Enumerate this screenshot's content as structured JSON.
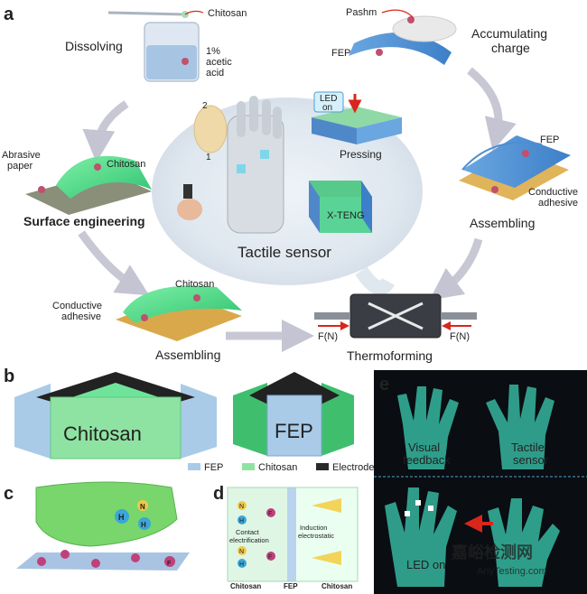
{
  "panel_a": {
    "letter": "a",
    "dissolving": {
      "title": "Dissolving",
      "chitosan": "Chitosan",
      "acid_line1": "1%",
      "acid_line2": "acetic",
      "acid_line3": "acid"
    },
    "accumulating": {
      "title_line1": "Accumulating",
      "title_line2": "charge",
      "pashm": "Pashm",
      "fep": "FEP"
    },
    "surface": {
      "title": "Surface engineering",
      "abrasive_line1": "Abrasive",
      "abrasive_line2": "paper",
      "chitosan": "Chitosan"
    },
    "assembling_right": {
      "title": "Assembling",
      "fep": "FEP",
      "conductive_line1": "Conductive",
      "conductive_line2": "adhesive"
    },
    "assembling_left": {
      "title": "Assembling",
      "chitosan": "Chitosan",
      "conductive_line1": "Conductive",
      "conductive_line2": "adhesive"
    },
    "center": {
      "title": "Tactile sensor",
      "led_line1": "LED",
      "led_line2": "on",
      "pressing": "Pressing",
      "xteng": "X-TENG",
      "num1": "1",
      "num2": "2"
    },
    "thermoforming": {
      "title": "Thermoforming",
      "force_left": "F(N)",
      "force_right": "F(N)"
    }
  },
  "panel_b": {
    "letter": "b",
    "block1": "Chitosan",
    "block2": "FEP",
    "legend": [
      {
        "label": "FEP",
        "color": "#a9cbe8"
      },
      {
        "label": "Chitosan",
        "color": "#8fe3a2"
      },
      {
        "label": "Electrode",
        "color": "#2a2a2a"
      }
    ]
  },
  "panel_c": {
    "letter": "c",
    "atom_n": "N",
    "atom_h": "H",
    "atom_h2": "H",
    "atom_f": "F"
  },
  "panel_d": {
    "letter": "d",
    "contact_line1": "Contact",
    "contact_line2": "electrification",
    "induction_line1": "Induction",
    "induction_line2": "electrostatic",
    "bottom_left": "Chitosan",
    "bottom_mid": "FEP",
    "bottom_right": "Chitosan",
    "atoms": [
      "N",
      "H",
      "F",
      "N",
      "H",
      "F"
    ]
  },
  "panel_e": {
    "letter": "e",
    "visual_line1": "Visual",
    "visual_line2": "feedback",
    "tactile_line1": "Tactile",
    "tactile_line2": "sensor",
    "led_on": "LED on",
    "watermark_cn": "嘉峪检测网",
    "watermark_en": "AnyTesting.com"
  },
  "colors": {
    "green": "#4fd88a",
    "blue": "#a9cbe8",
    "arrow": "#c8c8d4",
    "red": "#d9261c"
  }
}
